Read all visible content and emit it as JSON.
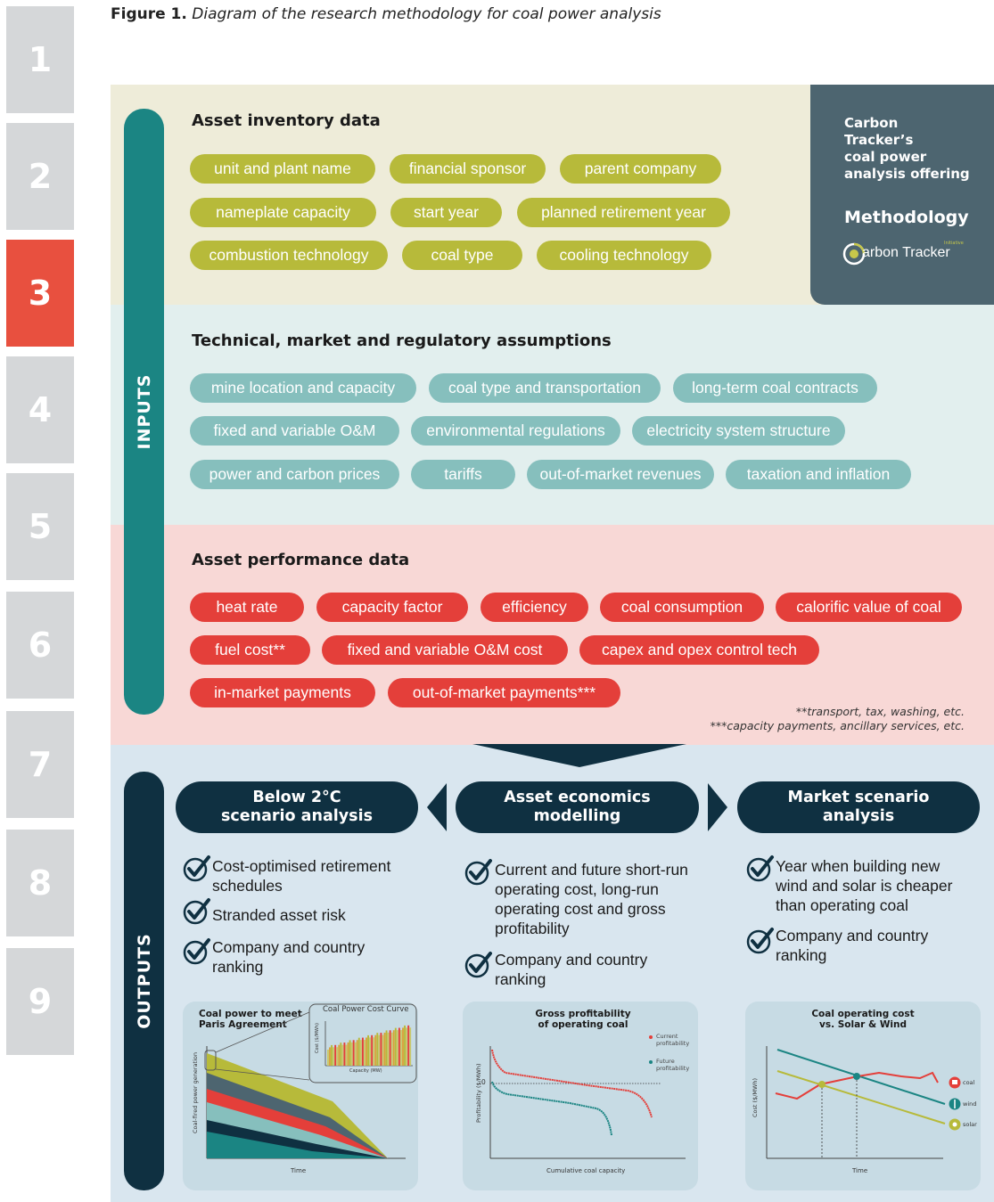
{
  "caption": {
    "bold": "Figure 1.",
    "italic": "Diagram of the research methodology for coal power analysis"
  },
  "side_numbers": [
    "1",
    "2",
    "3",
    "4",
    "5",
    "6",
    "7",
    "8",
    "9"
  ],
  "active_number": "3",
  "branding": {
    "line1": "Carbon",
    "line2": "Tracker’s",
    "line3": "coal power",
    "line4": "analysis offering",
    "methodology": "Methodology",
    "logo_text": "arbon Tracker",
    "logo_super": "Initiative"
  },
  "labels": {
    "inputs": "INPUTS",
    "outputs": "OUTPUTS"
  },
  "asset_inventory": {
    "title": "Asset inventory data",
    "items": [
      "unit and plant name",
      "financial sponsor",
      "parent company",
      "nameplate capacity",
      "start year",
      "planned retirement year",
      "combustion technology",
      "coal type",
      "cooling technology"
    ]
  },
  "assumptions": {
    "title": "Technical, market and regulatory assumptions",
    "items": [
      "mine location and capacity",
      "coal type and transportation",
      "long-term coal contracts",
      "fixed and variable O&M",
      "environmental regulations",
      "electricity system structure",
      "power and carbon prices",
      "tariffs",
      "out-of-market revenues",
      "taxation and inflation"
    ]
  },
  "performance": {
    "title": "Asset performance data",
    "items": [
      "heat rate",
      "capacity factor",
      "efficiency",
      "coal consumption",
      "calorific value of coal",
      "fuel cost**",
      "fixed and variable O&M cost",
      "capex and opex control tech",
      "in-market payments",
      "out-of-market payments***"
    ],
    "footnote1": "**transport, tax, washing, etc.",
    "footnote2": "***capacity payments, ancillary services, etc."
  },
  "outputs": [
    {
      "title_line1": "Below 2°C",
      "title_line2": "scenario analysis",
      "checks": [
        [
          "Cost-optimised retirement",
          "schedules"
        ],
        [
          "Stranded asset risk"
        ],
        [
          "Company and country",
          "ranking"
        ]
      ]
    },
    {
      "title_line1": "Asset economics",
      "title_line2": "modelling",
      "checks": [
        [
          "Current and future short-run",
          "operating cost, long-run",
          "operating cost and gross",
          "profitability"
        ],
        [
          "Company and country",
          "ranking"
        ]
      ]
    },
    {
      "title_line1": "Market scenario",
      "title_line2": "analysis",
      "checks": [
        [
          "Year when building new",
          "wind and solar is cheaper",
          "than operating coal"
        ],
        [
          "Company and country",
          "ranking"
        ]
      ]
    }
  ],
  "charts": {
    "c1": {
      "title1": "Coal power to meet",
      "title2": "Paris Agreement",
      "inset_title": "Coal Power Cost Curve",
      "inset_ylabel": "Cost ($/MWh)",
      "inset_xlabel": "Capacity (MW)",
      "ylabel": "Coal-fired power generation",
      "xlabel": "Time"
    },
    "c2": {
      "title1": "Gross profitability",
      "title2": "of operating coal",
      "ylabel": "Profitability ($/MWh)",
      "xlabel": "Cumulative coal capacity",
      "zero": "0",
      "legend": [
        [
          "Current",
          "profitability"
        ],
        [
          "Future",
          "profitability"
        ]
      ]
    },
    "c3": {
      "title1": "Coal operating cost",
      "title2": "vs. Solar & Wind",
      "ylabel": "Cost ($/MWh)",
      "xlabel": "Time",
      "legend": [
        "coal",
        "wind",
        "solar"
      ]
    }
  },
  "colors": {
    "olive": "#b7ba3a",
    "teal_pill": "#86bfbd",
    "red": "#e43f3a",
    "dark_navy": "#0f3041",
    "teal_bar": "#1b8583",
    "brand_box": "#4d6570"
  }
}
